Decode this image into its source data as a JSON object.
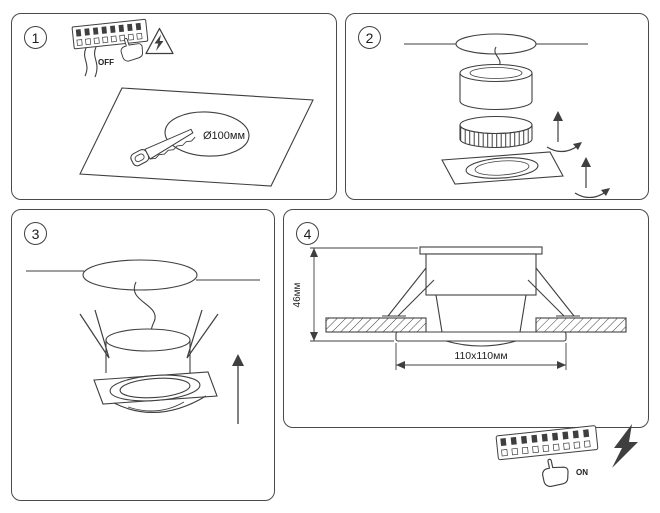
{
  "document": {
    "background": "#ffffff",
    "line_color": "#3f3f3f",
    "panel_border_color": "#4a4a4a"
  },
  "steps": [
    {
      "number": "1",
      "power_switch_label": "OFF",
      "cutout_diameter_label": "Ø100мм",
      "icons": [
        "terminal-block-off-icon",
        "power-wires",
        "hand-press-icon",
        "warning-lightning-icon",
        "ceiling-tile",
        "cutout-hole",
        "saw-icon"
      ]
    },
    {
      "number": "2",
      "icons": [
        "ceiling-hole",
        "wire",
        "driver-cylinder-icon",
        "knurled-ring-icon",
        "trim-square-icon",
        "up-arrow-icon",
        "rotate-arrow-icon"
      ]
    },
    {
      "number": "3",
      "icons": [
        "ceiling-hole",
        "wire",
        "spring-clips-icon",
        "downlight-body-icon",
        "up-arrow-icon"
      ]
    },
    {
      "number": "4",
      "recess_height_label": "46мм",
      "cutout_size_label": "110x110мм",
      "icons": [
        "fixture-cross-section",
        "ceiling-hatch",
        "spring-clips-icon",
        "height-dimension",
        "width-dimension"
      ]
    }
  ],
  "power_on": {
    "label": "ON",
    "icons": [
      "terminal-block-on-icon",
      "hand-press-icon",
      "lightning-icon"
    ]
  }
}
